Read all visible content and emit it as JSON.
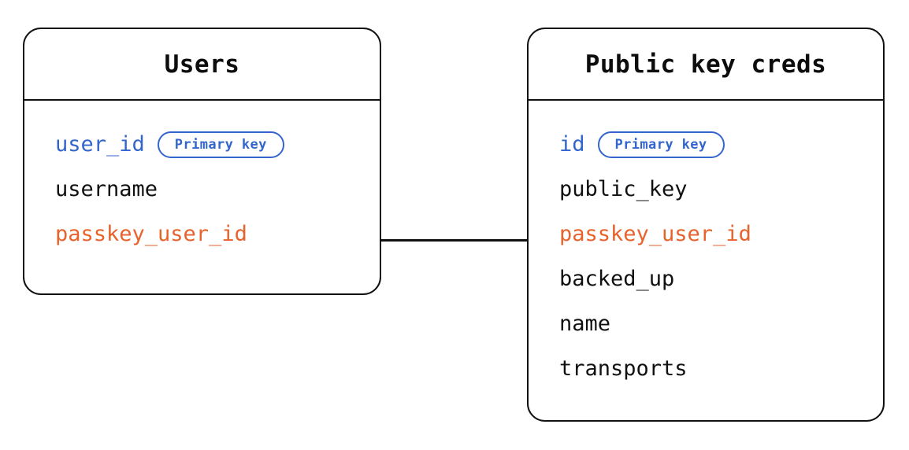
{
  "diagram": {
    "type": "entity-relationship",
    "background_color": "#ffffff",
    "colors": {
      "primary_key": "#3366cc",
      "foreign_key": "#e8622c",
      "text": "#111111",
      "border": "#111111"
    },
    "entities": [
      {
        "id": "users",
        "title": "Users",
        "fields": [
          {
            "name": "user_id",
            "role": "primary_key",
            "badge": "Primary key"
          },
          {
            "name": "username",
            "role": "plain"
          },
          {
            "name": "passkey_user_id",
            "role": "foreign_key"
          }
        ]
      },
      {
        "id": "public_key_creds",
        "title": "Public key creds",
        "fields": [
          {
            "name": "id",
            "role": "primary_key",
            "badge": "Primary key"
          },
          {
            "name": "public_key",
            "role": "plain"
          },
          {
            "name": "passkey_user_id",
            "role": "foreign_key"
          },
          {
            "name": "backed_up",
            "role": "plain"
          },
          {
            "name": "name",
            "role": "plain"
          },
          {
            "name": "transports",
            "role": "plain"
          }
        ]
      }
    ],
    "relationships": [
      {
        "from_entity": "users",
        "from_field": "passkey_user_id",
        "to_entity": "public_key_creds",
        "to_field": "passkey_user_id"
      }
    ]
  }
}
